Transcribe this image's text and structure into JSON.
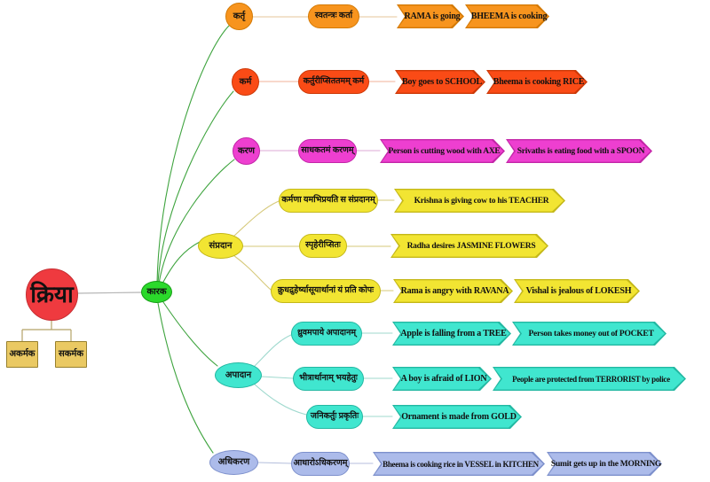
{
  "diagram": {
    "title_hint": "Sanskrit Karaka mind map",
    "root": {
      "label": "क्रिया",
      "color": "#EF3A3F"
    },
    "root_children": [
      {
        "label": "अकर्मक",
        "color": "#EAC963"
      },
      {
        "label": "सकर्मक",
        "color": "#EAC963"
      }
    ],
    "hub": {
      "label": "कारक",
      "color": "#2BD92B"
    },
    "branches": [
      {
        "label": "कर्तृ",
        "color": "#F7941E",
        "rules": [
          {
            "text": "स्वतन्त्रः कर्ता",
            "examples": [
              {
                "text": "RAMA is going"
              },
              {
                "text": "BHEEMA is cooking"
              }
            ]
          }
        ]
      },
      {
        "label": "कर्म",
        "color": "#FA4B16",
        "rules": [
          {
            "text": "कर्तुरीप्सिततमम् कर्म",
            "examples": [
              {
                "text": "Boy goes to SCHOOL"
              },
              {
                "text": "Bheema is cooking RICE"
              }
            ]
          }
        ]
      },
      {
        "label": "करण",
        "color": "#EE3FD0",
        "rules": [
          {
            "text": "साधकतमं करणम्",
            "examples": [
              {
                "text": "Person is cutting wood with AXE"
              },
              {
                "text": "Srivaths is eating food with a SPOON"
              }
            ]
          }
        ]
      },
      {
        "label": "संप्रदान",
        "color": "#F2E532",
        "rules": [
          {
            "text": "कर्मणा यमभिप्रयति स संप्रदानम्",
            "examples": [
              {
                "text": "Krishna is giving cow to his TEACHER"
              }
            ]
          },
          {
            "text": "स्पृहेरीप्सितः",
            "examples": [
              {
                "text": "Radha desires JASMINE FLOWERS"
              }
            ]
          },
          {
            "text": "क्रुधद्रुहेर्ष्यासूयार्थानां यं प्रति कोपः",
            "examples": [
              {
                "text": "Rama is angry with RAVANA"
              },
              {
                "text": "Vishal is jealous of LOKESH"
              }
            ]
          }
        ]
      },
      {
        "label": "अपादान",
        "color": "#40E6CF",
        "rules": [
          {
            "text": "ध्रुवमपाये अपादानम्",
            "examples": [
              {
                "text": "Apple is falling from a TREE"
              },
              {
                "text": "Person takes money out of POCKET"
              }
            ]
          },
          {
            "text": "भीत्रार्थानाम् भयहेतुः",
            "examples": [
              {
                "text": "A boy is afraid of LION"
              },
              {
                "text": "People are protected from TERRORIST by police"
              }
            ]
          },
          {
            "text": "जनिकर्तुः प्रकृतिः",
            "examples": [
              {
                "text": "Ornament is made from GOLD"
              }
            ]
          }
        ]
      },
      {
        "label": "अधिकरण",
        "color": "#ACBBEA",
        "rules": [
          {
            "text": "आधारोऽधिकरणम्",
            "examples": [
              {
                "text": "Bheema is cooking rice in VESSEL in KITCHEN"
              },
              {
                "text": "Sumit gets up in the MORNING"
              }
            ]
          }
        ]
      }
    ],
    "edge_colors": {
      "hub_fan": "#3FA43F",
      "root_link": "#B4B4B4",
      "root_tree": "#B3A267"
    }
  }
}
